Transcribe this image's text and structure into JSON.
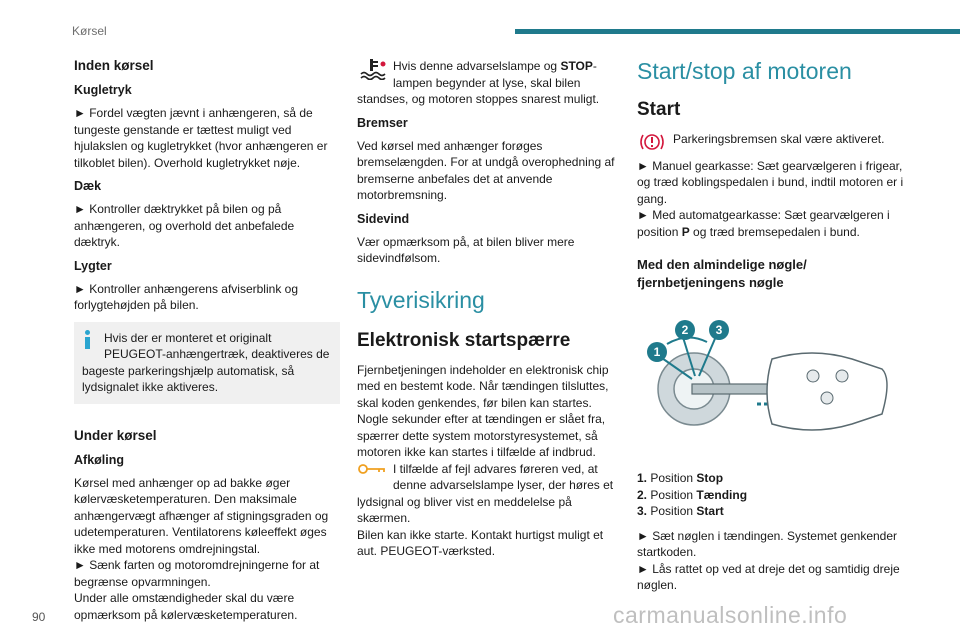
{
  "header": {
    "section": "Kørsel"
  },
  "footer": {
    "page_number": "90",
    "watermark": "carmanualsonline.info"
  },
  "colors": {
    "accent": "#1f7a8c",
    "title": "#2a8fa3",
    "info": "#2aa5d0",
    "warning": "#d3173c",
    "caution": "#f0a020"
  },
  "col1": {
    "title": "Inden kørsel",
    "kugletryk_heading": "Kugletryk",
    "kugletryk_text": "► Fordel vægten jævnt i anhængeren, så de tungeste genstande er tættest muligt ved hjulakslen og kugletrykket (hvor anhængeren er tilkoblet bilen). Overhold kugletrykket nøje.",
    "daek_heading": "Dæk",
    "daek_text": "► Kontroller dæktrykket på bilen og på anhængeren, og overhold det anbefalede dæktryk.",
    "lygter_heading": "Lygter",
    "lygter_text": "► Kontroller anhængerens afviserblink og forlygtehøjden på bilen.",
    "info_text": "Hvis der er monteret et originalt PEUGEOT-anhængertræk, deaktiveres de bageste parkeringshjælp automatisk, så lydsignalet ikke aktiveres.",
    "under_title": "Under kørsel",
    "afkoeling_heading": "Afkøling",
    "afkoeling_text": "Kørsel med anhænger op ad bakke øger kølervæsketemperaturen. Den maksimale anhængervægt afhænger af stigningsgraden og udetemperaturen. Ventilatorens køleeffekt øges ikke med motorens omdrejningstal.",
    "afkoeling_bullet": "► Sænk farten og motoromdrejningerne for at begrænse opvarmningen.",
    "afkoeling_end": "Under alle omstændigheder skal du være opmærksom på kølervæsketemperaturen."
  },
  "col2": {
    "warning_pre": "Hvis denne advarselslampe og ",
    "warning_bold": "STOP",
    "warning_post": "-lampen begynder at lyse, skal bilen standses, og motoren stoppes snarest muligt.",
    "bremser_heading": "Bremser",
    "bremser_text": "Ved kørsel med anhænger forøges bremselængden. For at undgå overophedning af bremserne anbefales det at anvende motorbremsning.",
    "sidevind_heading": "Sidevind",
    "sidevind_text": "Vær opmærksom på, at bilen bliver mere sidevindfølsom.",
    "tyveri_title": "Tyverisikring",
    "elek_title": "Elektronisk startspærre",
    "elek_text": "Fjernbetjeningen indeholder en elektronisk chip med en bestemt kode. Når tændingen tilsluttes, skal koden genkendes, før bilen kan startes. Nogle sekunder efter at tændingen er slået fra, spærrer dette system motorstyresystemet, så motoren ikke kan startes i tilfælde af indbrud.",
    "fault_text": "I tilfælde af fejl advares føreren ved, at denne advarselslampe lyser, der høres et lydsignal og bliver vist en meddelelse på skærmen.",
    "fault_end": "Bilen kan ikke starte. Kontakt hurtigst muligt et aut. PEUGEOT-værksted."
  },
  "col3": {
    "title": "Start/stop af motoren",
    "start_heading": "Start",
    "park_text": "Parkeringsbremsen skal være aktiveret.",
    "manual_text": "► Manuel gearkasse: Sæt gearvælgeren i frigear, og træd koblingspedalen i bund, indtil motoren er i gang.",
    "auto_pre": "► Med automatgearkasse: Sæt gearvælgeren i position ",
    "auto_bold": "P",
    "auto_post": " og træd bremsepedalen i bund.",
    "key_heading": "Med den almindelige nøgle/ fjernbetjeningens nøgle",
    "callouts": [
      "1",
      "2",
      "3"
    ],
    "positions": [
      {
        "num": "1.",
        "label": "Position ",
        "name": "Stop"
      },
      {
        "num": "2.",
        "label": "Position ",
        "name": "Tænding"
      },
      {
        "num": "3.",
        "label": "Position ",
        "name": "Start"
      }
    ],
    "insert_text": "► Sæt nøglen i tændingen. Systemet genkender startkoden.",
    "lock_text": "► Lås rattet op ved at dreje det og samtidig dreje nøglen."
  }
}
